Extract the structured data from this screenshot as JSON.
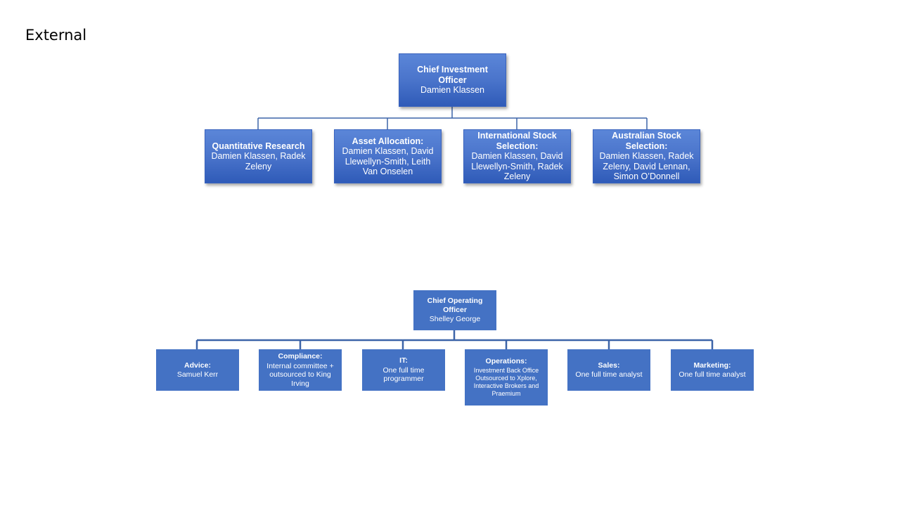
{
  "slide_title": "External",
  "investment_chart": {
    "root": {
      "title": "Chief Investment Officer",
      "subtitle": "Damien Klassen"
    },
    "children": [
      {
        "title": "Quantitative Research",
        "subtitle": "Damien Klassen, Radek Zeleny"
      },
      {
        "title": "Asset Allocation:",
        "subtitle": "Damien Klassen, David Llewellyn-Smith, Leith Van Onselen"
      },
      {
        "title": "International Stock Selection:",
        "subtitle": "Damien Klassen, David Llewellyn-Smith, Radek Zeleny"
      },
      {
        "title": "Australian Stock Selection:",
        "subtitle": "Damien Klassen, Radek Zeleny, David Lennan, Simon O’Donnell"
      }
    ]
  },
  "operations_chart": {
    "root": {
      "title": "Chief Operating Officer",
      "subtitle": "Shelley George"
    },
    "children": [
      {
        "title": "Advice:",
        "subtitle": "Samuel Kerr"
      },
      {
        "title": "Compliance:",
        "subtitle": "Internal committee + outsourced to King Irving"
      },
      {
        "title": "IT:",
        "subtitle": "One full time programmer"
      },
      {
        "title": "Operations:",
        "subtitle": "Investment Back Office Outsourced to Xplore, Interactive Brokers and Praemium"
      },
      {
        "title": "Sales:",
        "subtitle": "One full time analyst"
      },
      {
        "title": "Marketing:",
        "subtitle": "One full time analyst"
      }
    ]
  }
}
